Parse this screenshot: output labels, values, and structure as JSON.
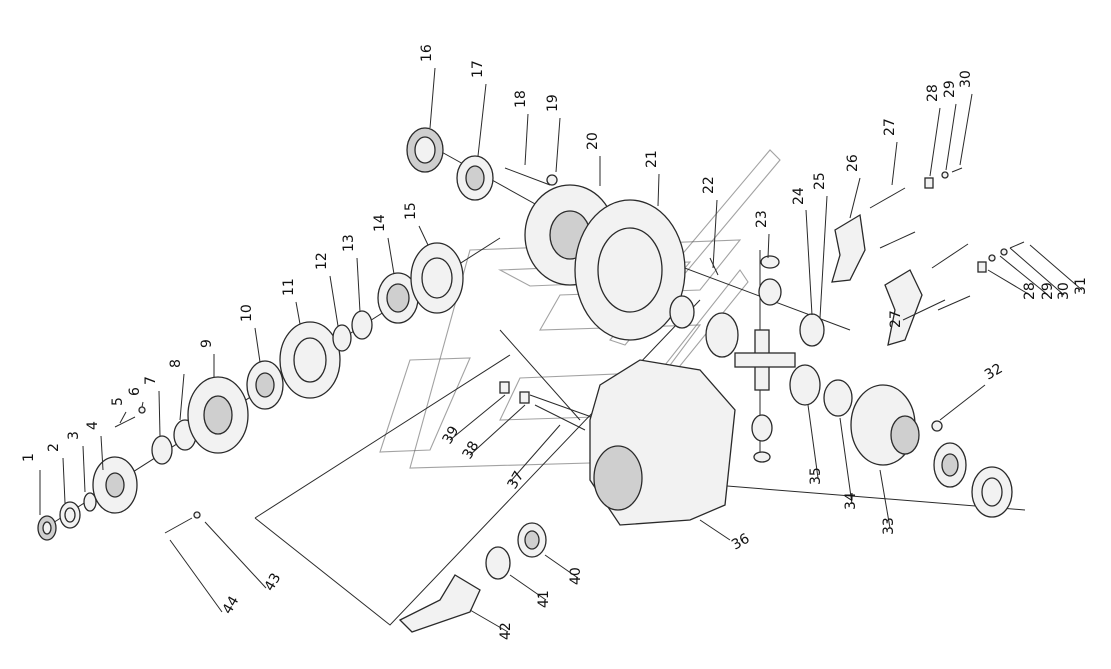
{
  "diagram": {
    "callouts": [
      "1",
      "2",
      "3",
      "4",
      "5",
      "6",
      "7",
      "8",
      "9",
      "10",
      "11",
      "12",
      "13",
      "14",
      "15",
      "16",
      "17",
      "18",
      "19",
      "20",
      "21",
      "22",
      "23",
      "24",
      "25",
      "26",
      "27",
      "28",
      "29",
      "30",
      "31",
      "32",
      "33",
      "34",
      "35",
      "36",
      "37",
      "38",
      "39",
      "40",
      "41",
      "42",
      "43",
      "44"
    ],
    "duplicate_callouts": [
      "16",
      "17",
      "27",
      "28",
      "29",
      "30"
    ]
  }
}
